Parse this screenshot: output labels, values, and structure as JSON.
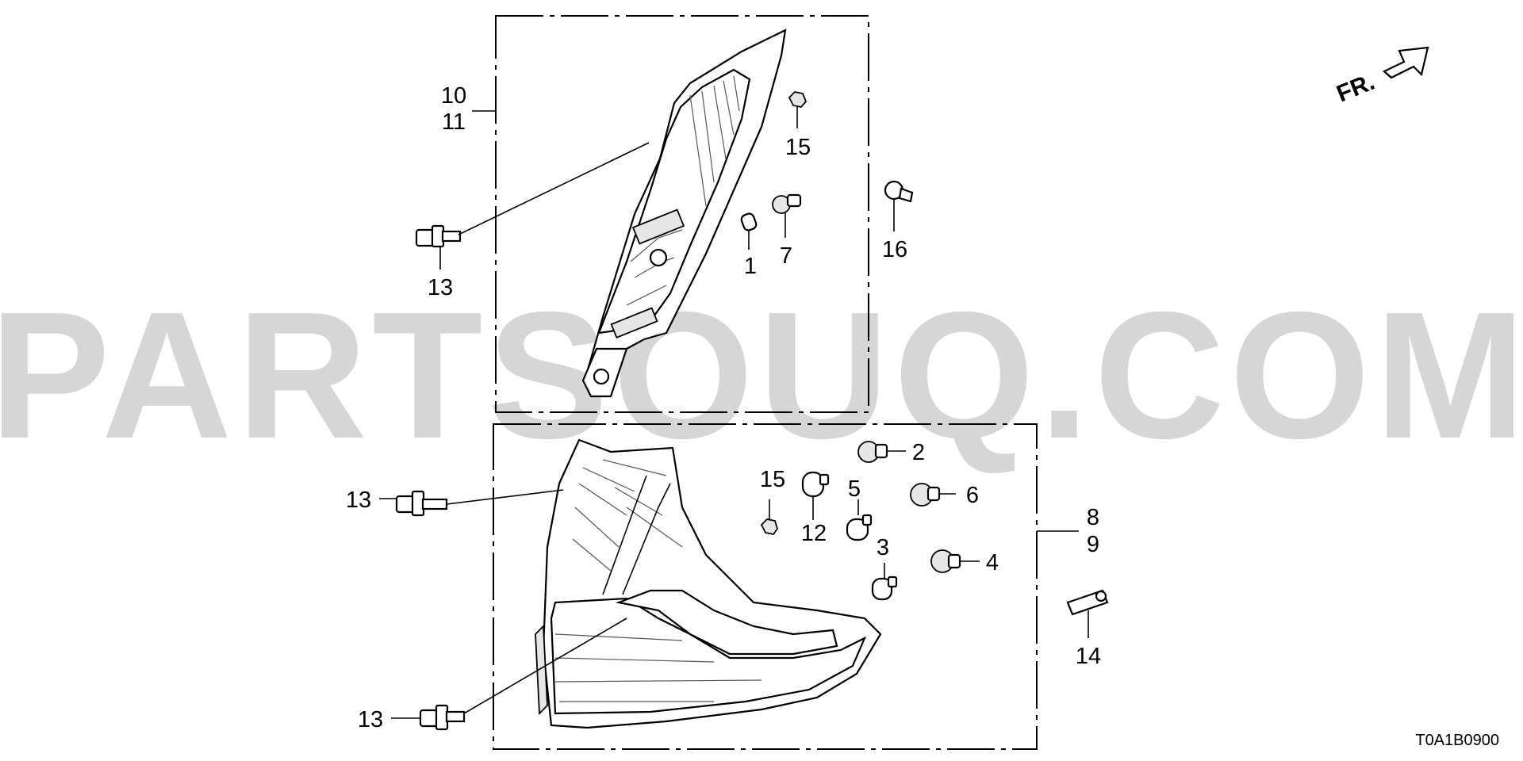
{
  "watermark": "PARTSOUQ.COM",
  "direction_label": "FR.",
  "diagram_code": "T0A1B0900",
  "callouts": {
    "c1": "1",
    "c2": "2",
    "c3": "3",
    "c4": "4",
    "c5": "5",
    "c6": "6",
    "c7": "7",
    "c8": "8",
    "c9": "9",
    "c10": "10",
    "c11": "11",
    "c12": "12",
    "c13a": "13",
    "c13b": "13",
    "c13c": "13",
    "c14": "14",
    "c15a": "15",
    "c15b": "15",
    "c16": "16"
  },
  "icons": [
    "direction-arrow-icon",
    "screw-icon",
    "bulb-icon",
    "socket-icon",
    "clip-icon",
    "nut-icon"
  ]
}
